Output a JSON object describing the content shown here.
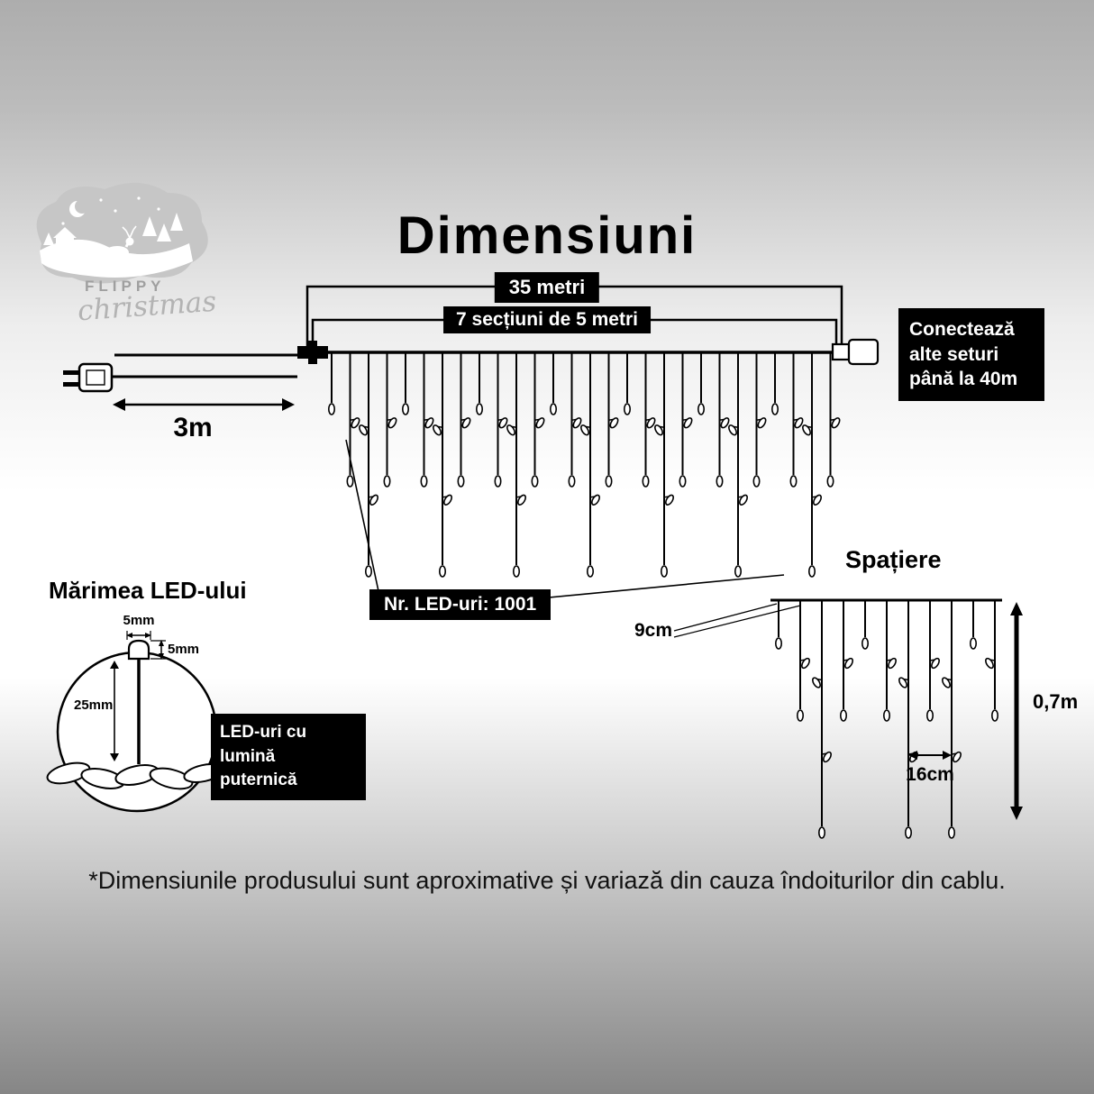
{
  "title": "Dimensiuni",
  "logo": {
    "brand": "FLIPPY",
    "script": "christmas"
  },
  "top_diagram": {
    "total_length_label": "35 metri",
    "sections_label": "7 secțiuni de 5 metri",
    "lead_label": "3m",
    "connect_box": "Conectează alte seturi până la 40m",
    "led_count_label": "Nr. LED-uri: 1001"
  },
  "spacing_diagram": {
    "heading": "Spațiere",
    "horizontal_gap": "9cm",
    "led_gap": "16cm",
    "drop_height": "0,7m"
  },
  "led_diagram": {
    "heading": "Mărimea LED-ului",
    "width_label": "5mm",
    "cap_label": "5mm",
    "length_label": "25mm",
    "note": "LED-uri cu lumină puternică"
  },
  "footnote": "*Dimensiunile produsului sunt aproximative și variază din cauza îndoiturilor din cablu.",
  "colors": {
    "ink": "#000000",
    "box_bg": "#000000",
    "box_text": "#ffffff"
  }
}
